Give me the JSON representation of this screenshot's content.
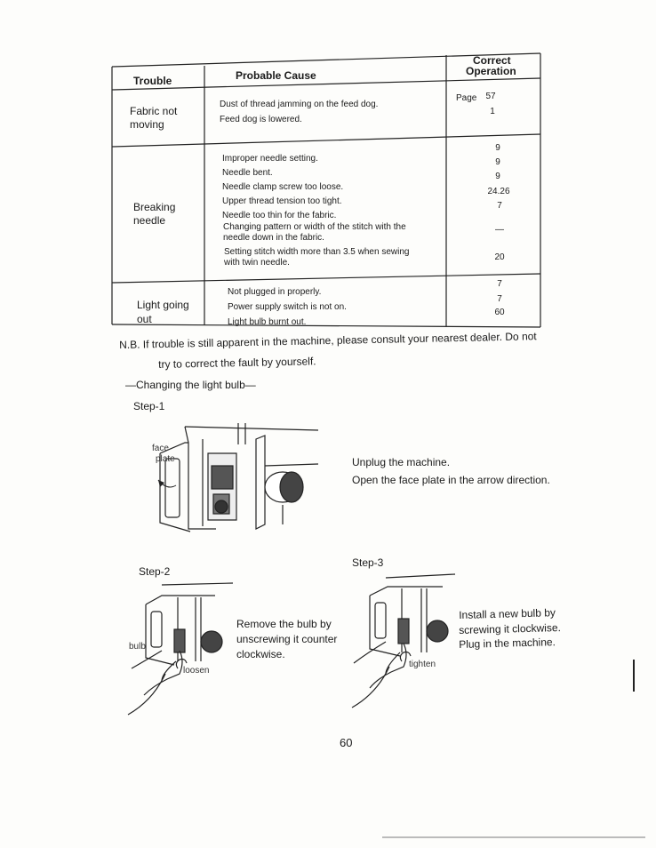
{
  "table": {
    "headers": [
      "Trouble",
      "Probable Cause",
      "Correct",
      "Operation"
    ],
    "page_label": "Page",
    "rows": [
      {
        "trouble": [
          "Fabric not",
          "moving"
        ],
        "causes": [
          "Dust of thread jamming on the feed dog.",
          "Feed dog is lowered."
        ],
        "refs": [
          "57",
          "1"
        ]
      },
      {
        "trouble": [
          "Breaking",
          "needle"
        ],
        "causes": [
          "Improper needle setting.",
          "Needle bent.",
          "Needle clamp screw too loose.",
          "Upper thread tension too tight.",
          "Needle too thin for the fabric.",
          "Changing pattern or width of the stitch with the",
          "needle down in the fabric.",
          "Setting stitch width more than 3.5 when sewing",
          "with twin needle."
        ],
        "refs": [
          "9",
          "9",
          "9",
          "24.26",
          "7",
          "—",
          "20"
        ]
      },
      {
        "trouble": [
          "Light going",
          "out"
        ],
        "causes": [
          "Not plugged in properly.",
          "Power supply switch is not on.",
          "Light bulb burnt out."
        ],
        "refs": [
          "7",
          "7",
          "60"
        ]
      }
    ]
  },
  "note": {
    "line1": "N.B.   If trouble is still apparent in the machine, please consult your nearest dealer. Do not",
    "line2": "try to correct the fault by yourself."
  },
  "section_title": "—Changing the light bulb—",
  "steps": [
    {
      "label": "Step-1",
      "callout": [
        "face",
        "plate"
      ],
      "instructions": [
        "Unplug the machine.",
        "Open the face plate in the arrow direction."
      ]
    },
    {
      "label": "Step-2",
      "callouts": [
        "bulb",
        "loosen"
      ],
      "instructions": [
        "Remove  the  bulb  by",
        "unscrewing  it  counter",
        "clockwise."
      ]
    },
    {
      "label": "Step-3",
      "callouts": [
        "tighten"
      ],
      "instructions": [
        "Install  a  new  bulb  by",
        "screwing  it  clockwise.",
        "Plug in the machine."
      ]
    }
  ],
  "page_number": "60"
}
